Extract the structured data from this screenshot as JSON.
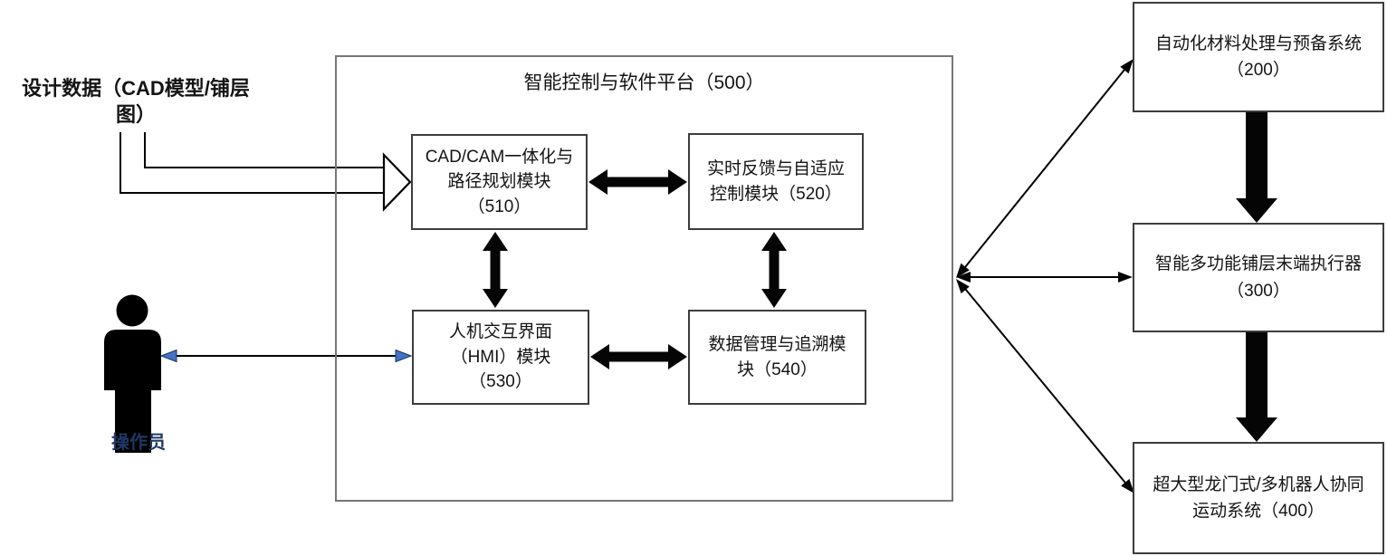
{
  "diagram": {
    "design_data_label": {
      "line1": "设计数据（CAD模型/铺层",
      "line2": "图）"
    },
    "operator_label": "操作员",
    "platform": {
      "title": "智能控制与软件平台（500）"
    },
    "modules": {
      "m510": {
        "lines": [
          "CAD/CAM一体化与",
          "路径规划模块",
          "（510）"
        ]
      },
      "m520": {
        "lines": [
          "实时反馈与自适应",
          "控制模块（520）"
        ]
      },
      "m530": {
        "lines": [
          "人机交互界面",
          "（HMI）模块",
          "（530）"
        ]
      },
      "m540": {
        "lines": [
          "数据管理与追溯模",
          "块（540）"
        ]
      }
    },
    "systems": {
      "s200": {
        "lines": [
          "自动化材料处理与预备系统",
          "（200）"
        ]
      },
      "s300": {
        "lines": [
          "智能多功能铺层末端执行器",
          "（300）"
        ]
      },
      "s400": {
        "lines": [
          "超大型龙门式/多机器人协同",
          "运动系统（400）"
        ]
      }
    },
    "colors": {
      "line": "#000000",
      "module_border": "#3d3d3d",
      "platform_border": "#767676",
      "accent_blue_arrowhead": "#4472C4",
      "operator_label_color": "#1F3864"
    }
  }
}
